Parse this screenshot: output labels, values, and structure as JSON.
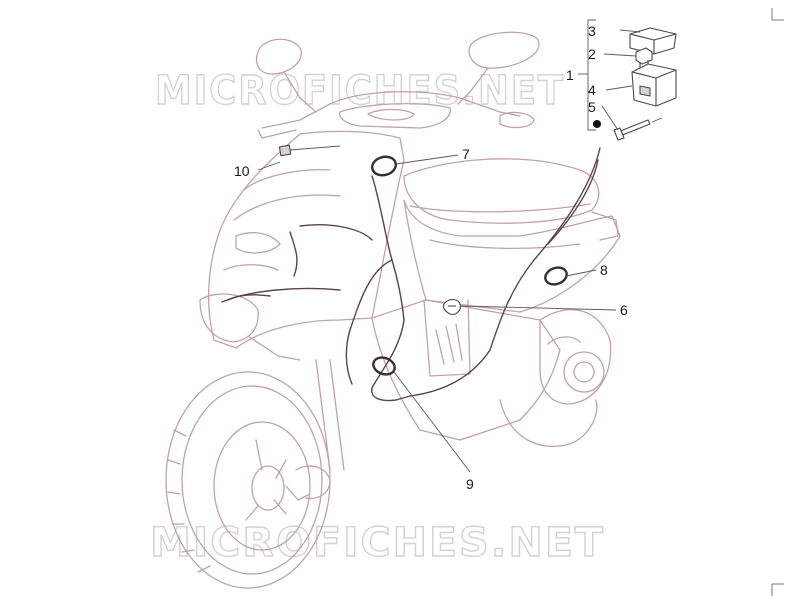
{
  "watermark": {
    "text_top": "MICROFICHES.NET",
    "text_bottom": "MICROFICHES.NET"
  },
  "callouts": {
    "c1": "1",
    "c2": "2",
    "c3": "3",
    "c4": "4",
    "c5": "5",
    "c6": "6",
    "c7": "7",
    "c8": "8",
    "c9": "9",
    "c10": "10"
  },
  "colors": {
    "scooter_outline": "#c2a1a9",
    "cable": "#5a4448",
    "callout_text": "#1a1a1a",
    "watermark": "#d2d2d2"
  }
}
